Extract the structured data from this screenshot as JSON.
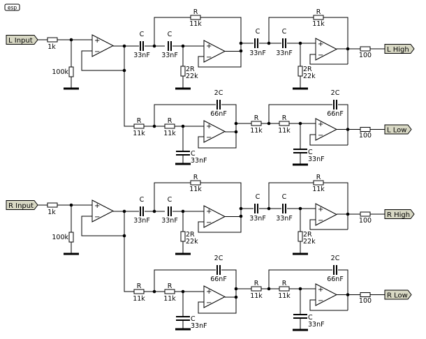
{
  "logo": "esp",
  "colors": {
    "wire": "#000000",
    "label_fill": "#d8d8c4",
    "background": "#ffffff"
  },
  "channels": [
    {
      "id": "left",
      "input_label": "L Input",
      "high_label": "L High",
      "low_label": "L Low",
      "input_buffer": {
        "series_resistor": "1k",
        "shunt_resistor": "100k"
      },
      "high_stage1": {
        "c1_name": "C",
        "c1_value": "33nF",
        "c2_name": "C",
        "c2_value": "33nF",
        "r_fb_name": "R",
        "r_fb_value": "11k",
        "r_gnd_name": "2R",
        "r_gnd_value": "22k"
      },
      "high_stage2": {
        "c1_name": "C",
        "c1_value": "33nF",
        "c2_name": "C",
        "c2_value": "33nF",
        "r_fb_name": "R",
        "r_fb_value": "11k",
        "r_gnd_name": "2R",
        "r_gnd_value": "22k"
      },
      "high_out_resistor": "100",
      "low_stage1": {
        "r1_name": "R",
        "r1_value": "11k",
        "r2_name": "R",
        "r2_value": "11k",
        "c_fb_name": "2C",
        "c_fb_value": "66nF",
        "c_gnd_name": "C",
        "c_gnd_value": "33nF"
      },
      "low_stage2": {
        "r1_name": "R",
        "r1_value": "11k",
        "r2_name": "R",
        "r2_value": "11k",
        "c_fb_name": "2C",
        "c_fb_value": "66nF",
        "c_gnd_name": "C",
        "c_gnd_value": "33nF"
      },
      "low_out_resistor": "100"
    },
    {
      "id": "right",
      "input_label": "R Input",
      "high_label": "R High",
      "low_label": "R Low",
      "input_buffer": {
        "series_resistor": "1k",
        "shunt_resistor": "100k"
      },
      "high_stage1": {
        "c1_name": "C",
        "c1_value": "33nF",
        "c2_name": "C",
        "c2_value": "33nF",
        "r_fb_name": "R",
        "r_fb_value": "11k",
        "r_gnd_name": "2R",
        "r_gnd_value": "22k"
      },
      "high_stage2": {
        "c1_name": "C",
        "c1_value": "33nF",
        "c2_name": "C",
        "c2_value": "33nF",
        "r_fb_name": "R",
        "r_fb_value": "11k",
        "r_gnd_name": "2R",
        "r_gnd_value": "22k"
      },
      "high_out_resistor": "100",
      "low_stage1": {
        "r1_name": "R",
        "r1_value": "11k",
        "r2_name": "R",
        "r2_value": "11k",
        "c_fb_name": "2C",
        "c_fb_value": "66nF",
        "c_gnd_name": "C",
        "c_gnd_value": "33nF"
      },
      "low_stage2": {
        "r1_name": "R",
        "r1_value": "11k",
        "r2_name": "R",
        "r2_value": "11k",
        "c_fb_name": "2C",
        "c_fb_value": "66nF",
        "c_gnd_name": "C",
        "c_gnd_value": "33nF"
      },
      "low_out_resistor": "100"
    }
  ]
}
